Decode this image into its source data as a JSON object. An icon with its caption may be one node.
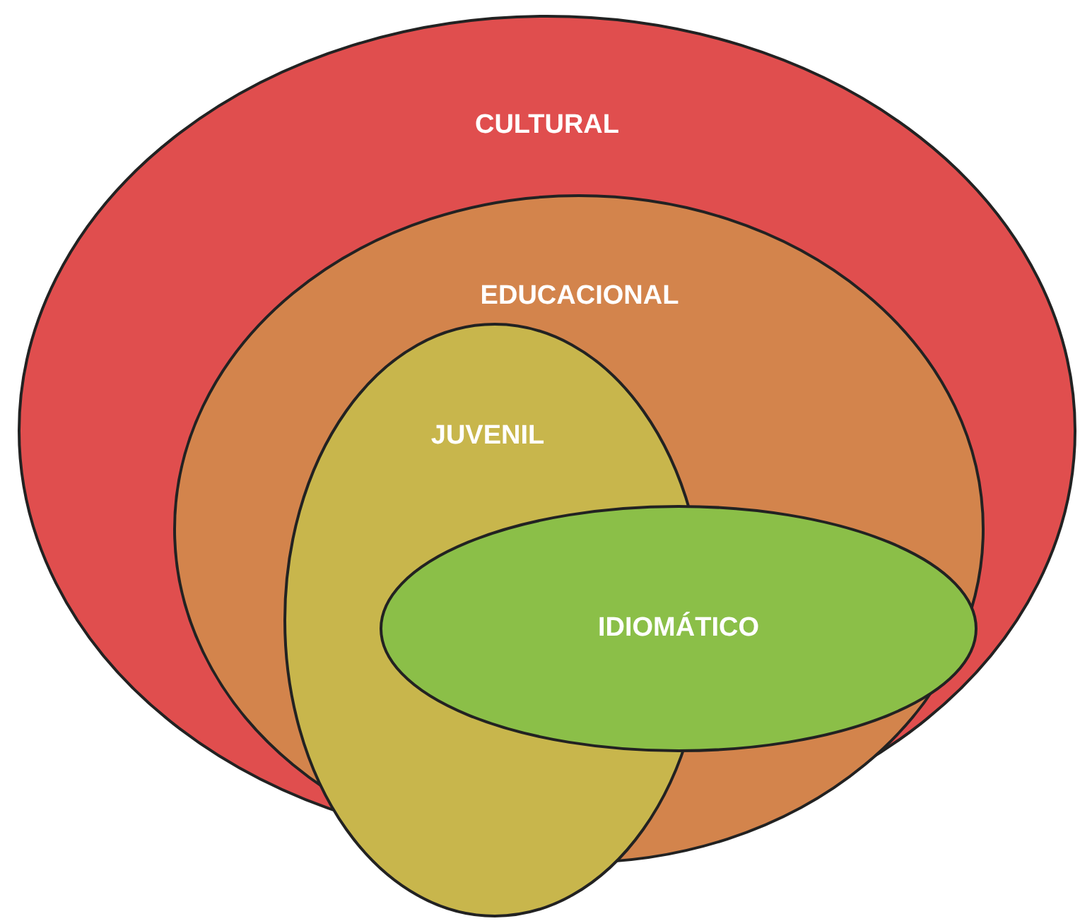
{
  "diagram": {
    "nodes": [
      {
        "text": [
          "CULTURAL"
        ]
      },
      {
        "text": [
          "EDUCACIONAL"
        ],
        "in": 0
      },
      {
        "text": [
          "JUVENIL"
        ]
      },
      {
        "text": [
          "IDIOMÁTICO"
        ],
        "in": 1
      }
    ]
  }
}
